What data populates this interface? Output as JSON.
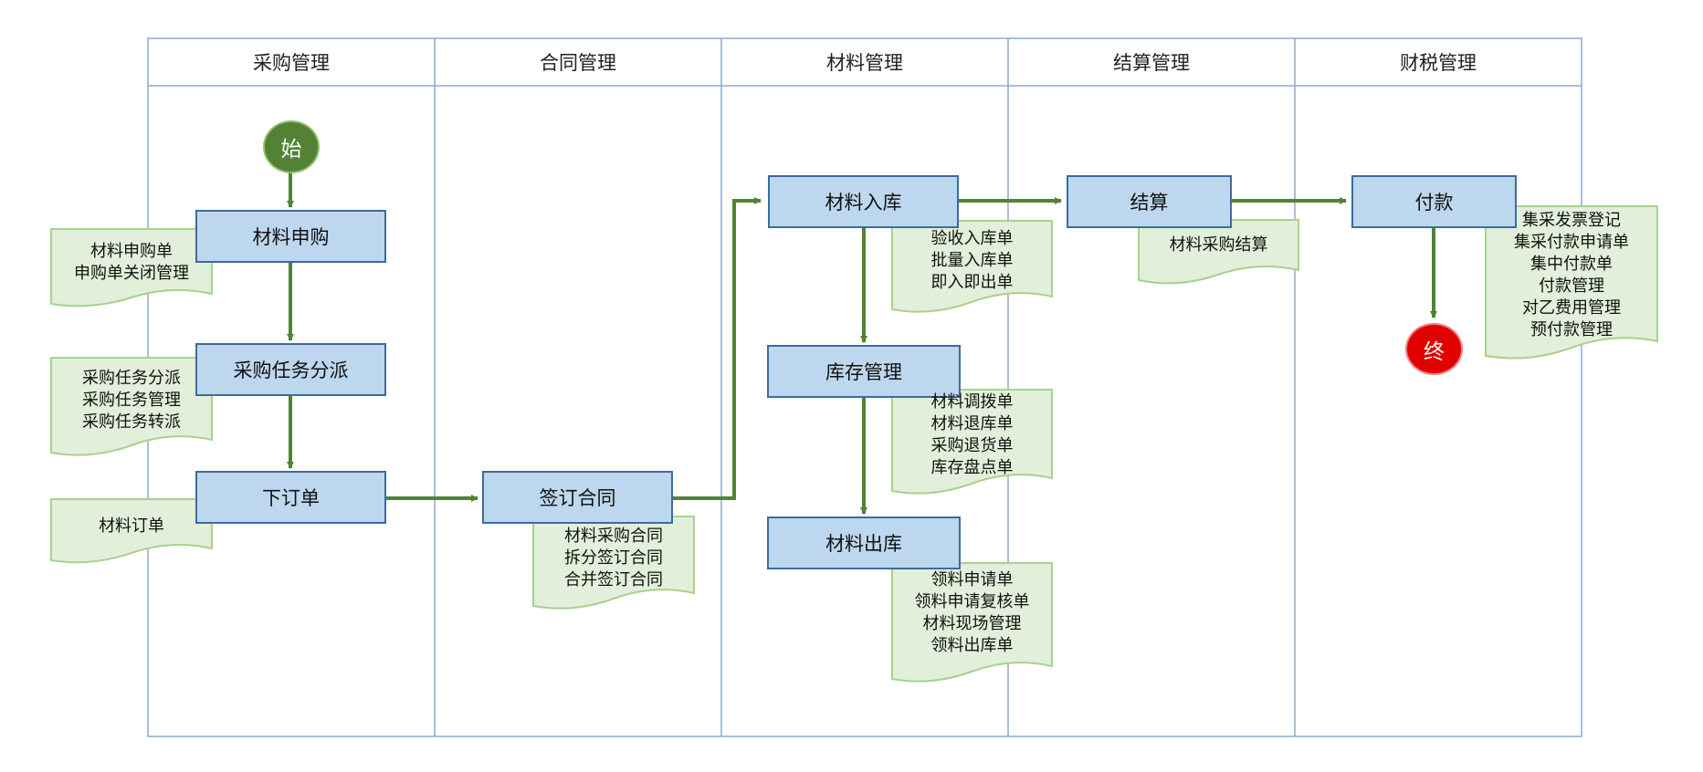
{
  "lanes": [
    "采购管理",
    "合同管理",
    "材料管理",
    "结算管理",
    "财税管理"
  ],
  "start_label": "始",
  "end_label": "终",
  "processes": {
    "requisition": "材料申购",
    "task_dispatch": "采购任务分派",
    "order": "下订单",
    "sign_contract": "签订合同",
    "stock_in": "材料入库",
    "inventory": "库存管理",
    "stock_out": "材料出库",
    "settlement": "结算",
    "payment": "付款"
  },
  "documents": {
    "requisition": [
      "材料申购单",
      "申购单关闭管理"
    ],
    "task_dispatch": [
      "采购任务分派",
      "采购任务管理",
      "采购任务转派"
    ],
    "order": [
      "材料订单"
    ],
    "sign_contract": [
      "材料采购合同",
      "拆分签订合同",
      "合并签订合同"
    ],
    "stock_in": [
      "验收入库单",
      "批量入库单",
      "即入即出单"
    ],
    "inventory": [
      "材料调拨单",
      "材料退库单",
      "采购退货单",
      "库存盘点单"
    ],
    "stock_out": [
      "领料申请单",
      "领料申请复核单",
      "材料现场管理",
      "领料出库单"
    ],
    "settlement": [
      "材料采购结算"
    ],
    "payment": [
      "集采发票登记",
      "集采付款申请单",
      "集中付款单",
      "付款管理",
      "对乙费用管理",
      "预付款管理"
    ]
  },
  "colors": {
    "process_fill": "#bdd7ee",
    "process_border": "#3e6b9e",
    "document_fill": "#e2efda",
    "document_border": "#a9d18e",
    "arrow": "#548235",
    "lane_border": "#8eaacb",
    "start": "#548235",
    "end": "#e00000"
  }
}
